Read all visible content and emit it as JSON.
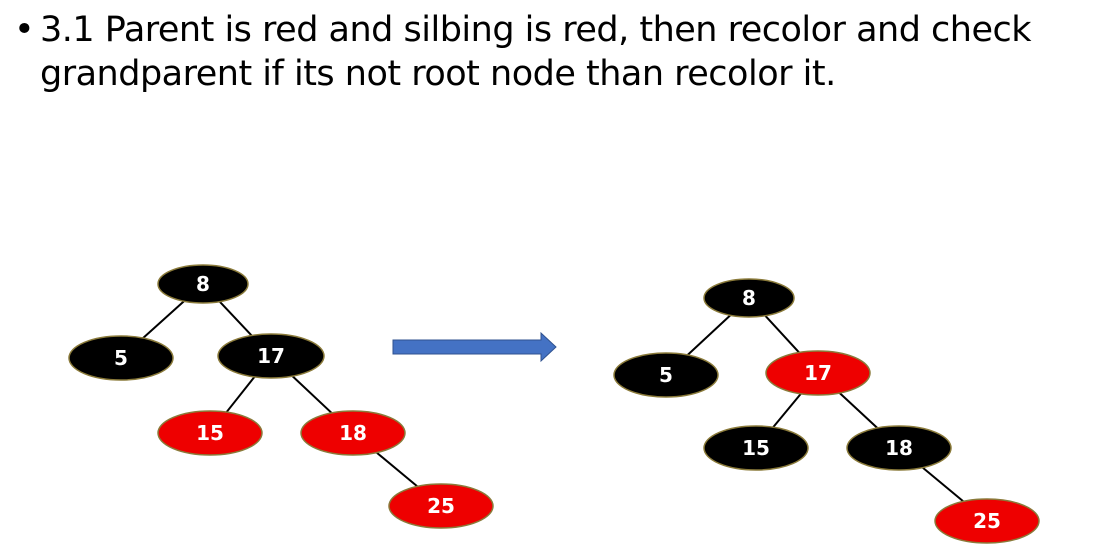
{
  "slide": {
    "bullet_marker": "•",
    "bullet_text": "3.1 Parent is red and silbing is red, then recolor and check grandparent if its not root node than recolor it."
  },
  "colors": {
    "black_node": "#000000",
    "red_node": "#ee0000",
    "node_border": "#8a7a3a",
    "edge": "#000000",
    "node_text": "#ffffff",
    "arrow_fill": "#4472c4",
    "arrow_stroke": "#2f528f"
  },
  "trees": [
    {
      "id": "before",
      "nodes": [
        {
          "id": "n8",
          "label": "8",
          "color": "black"
        },
        {
          "id": "n5",
          "label": "5",
          "color": "black"
        },
        {
          "id": "n17",
          "label": "17",
          "color": "black"
        },
        {
          "id": "n15",
          "label": "15",
          "color": "red"
        },
        {
          "id": "n18",
          "label": "18",
          "color": "red"
        },
        {
          "id": "n25",
          "label": "25",
          "color": "red"
        }
      ],
      "edges": [
        [
          "n8",
          "n5"
        ],
        [
          "n8",
          "n17"
        ],
        [
          "n17",
          "n15"
        ],
        [
          "n17",
          "n18"
        ],
        [
          "n18",
          "n25"
        ]
      ]
    },
    {
      "id": "after",
      "nodes": [
        {
          "id": "n8",
          "label": "8",
          "color": "black"
        },
        {
          "id": "n5",
          "label": "5",
          "color": "black"
        },
        {
          "id": "n17",
          "label": "17",
          "color": "red"
        },
        {
          "id": "n15",
          "label": "15",
          "color": "black"
        },
        {
          "id": "n18",
          "label": "18",
          "color": "black"
        },
        {
          "id": "n25",
          "label": "25",
          "color": "red"
        }
      ],
      "edges": [
        [
          "n8",
          "n5"
        ],
        [
          "n8",
          "n17"
        ],
        [
          "n17",
          "n15"
        ],
        [
          "n17",
          "n18"
        ],
        [
          "n18",
          "n25"
        ]
      ]
    }
  ]
}
